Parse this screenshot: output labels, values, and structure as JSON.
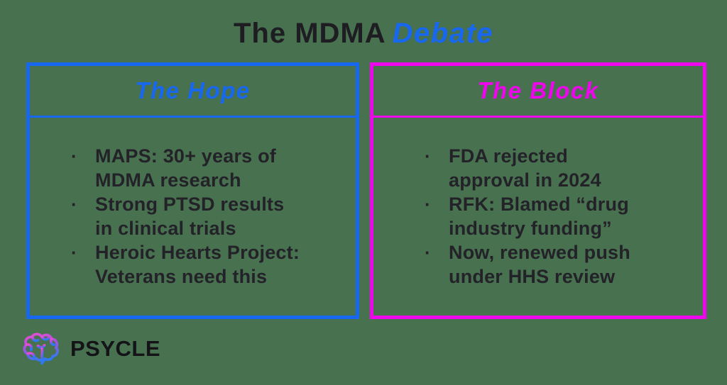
{
  "title": {
    "prefix": "The MDMA",
    "highlight": "Debate"
  },
  "bullet_glyph": "·",
  "boxes": [
    {
      "id": "hope",
      "header": "The Hope",
      "accent_color": "#1767EF",
      "bullets": [
        {
          "lines": [
            "MAPS: 30+ years of",
            "MDMA research"
          ]
        },
        {
          "lines": [
            "Strong PTSD results",
            "in clinical trials"
          ]
        },
        {
          "lines": [
            "Heroic Hearts Project:",
            "Veterans need this"
          ]
        }
      ]
    },
    {
      "id": "block",
      "header": "The Block",
      "accent_color": "#EE06EC",
      "bullets": [
        {
          "lines": [
            "FDA rejected",
            "approval in 2024"
          ]
        },
        {
          "lines": [
            "RFK: Blamed “drug",
            "industry funding”"
          ]
        },
        {
          "lines": [
            "Now, renewed push",
            "under HHS review"
          ]
        }
      ]
    }
  ],
  "footer": {
    "brand": "PSYCLE",
    "logo_icon": "brain-icon"
  },
  "colors": {
    "background": "#487150",
    "blue": "#1767EF",
    "magenta": "#EE06EC",
    "text_dark": "#232228",
    "logo_gradient_top": "#E84FD0",
    "logo_gradient_mid": "#A950E2",
    "logo_gradient_bottom": "#2B7BF2"
  }
}
